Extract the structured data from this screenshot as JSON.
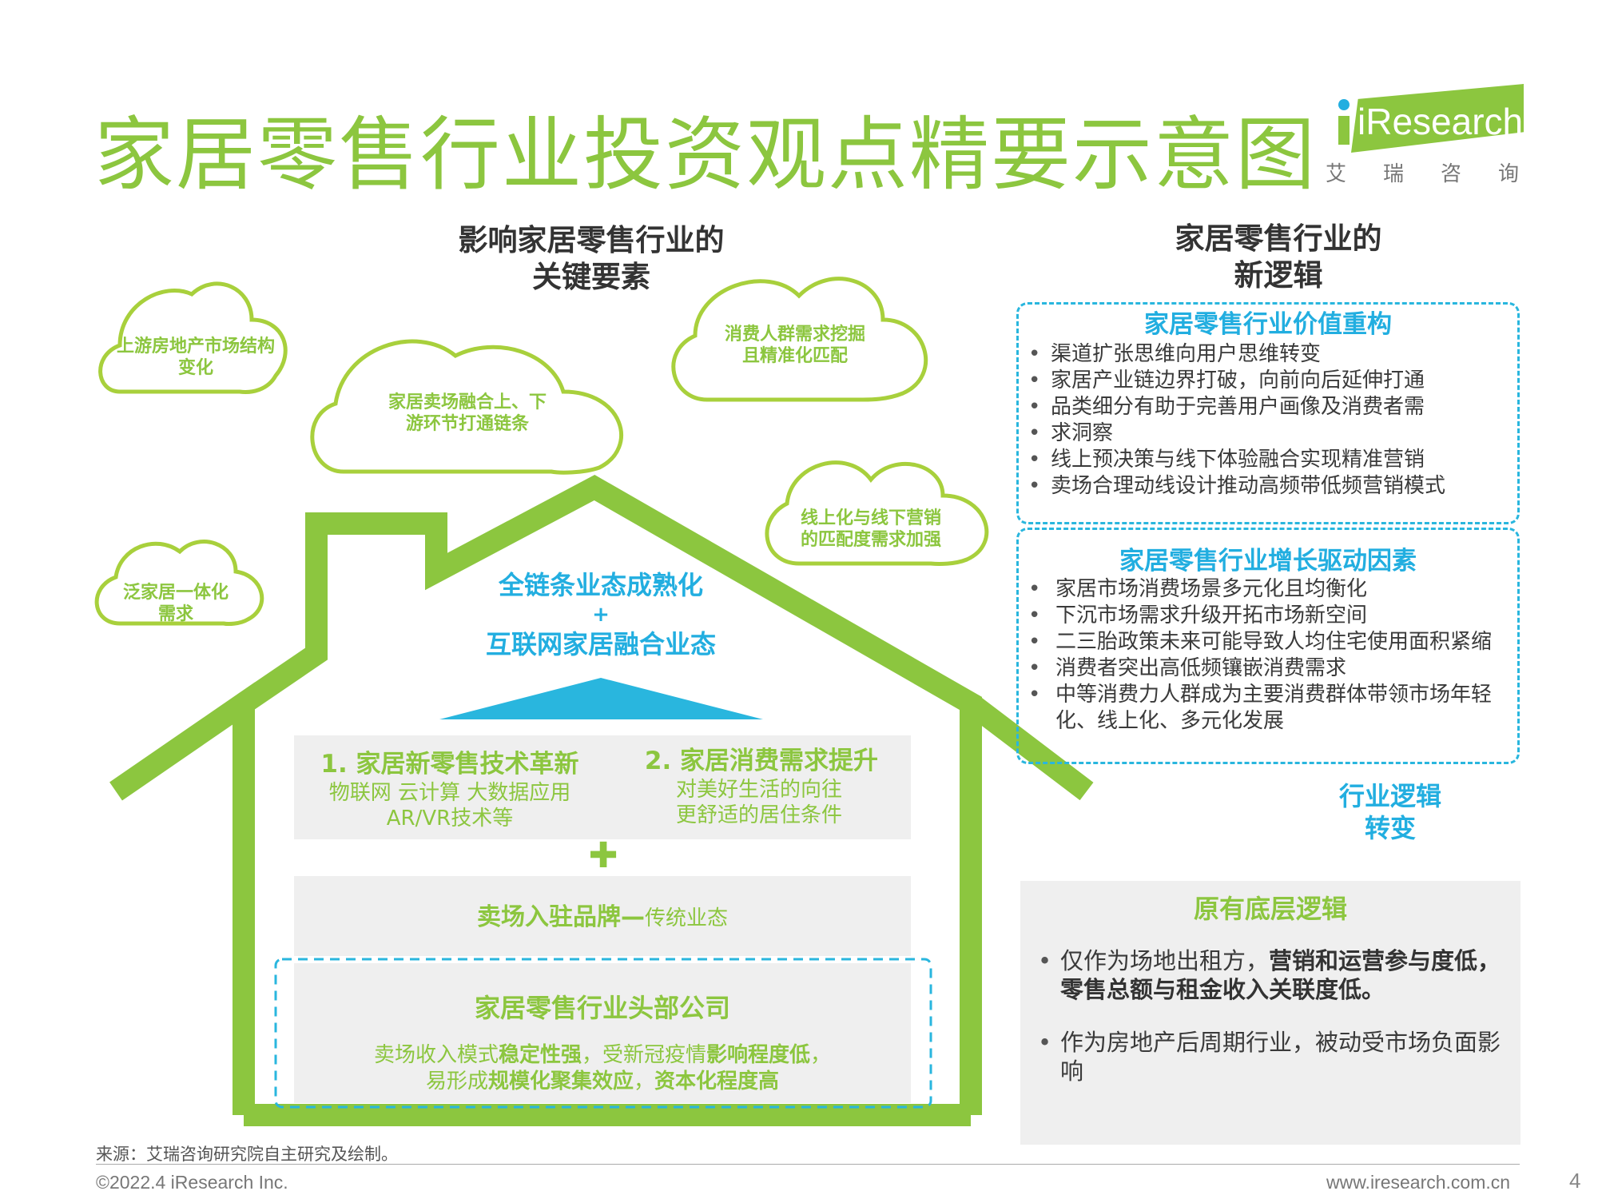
{
  "title": "家居零售行业投资观点精要示意图",
  "logo": {
    "text": "iResearch",
    "subtitle": "艾瑞咨询"
  },
  "key_factors": {
    "heading_line1": "影响家居零售行业的",
    "heading_line2": "关键要素",
    "clouds": [
      {
        "line1": "上游房地产市场结构",
        "line2": "变化"
      },
      {
        "line1": "家居卖场融合上、下",
        "line2": "游环节打通链条"
      },
      {
        "line1": "消费人群需求挖掘",
        "line2": "且精准化匹配"
      },
      {
        "line1": "线上化与线下营销",
        "line2": "的匹配度需求加强"
      },
      {
        "line1": "泛家居一体化",
        "line2": "需求"
      }
    ]
  },
  "house": {
    "roof_line1": "全链条业态成熟化",
    "roof_plus": "+",
    "roof_line2": "互联网家居融合业态",
    "driver1": {
      "title": "1. 家居新零售技术革新",
      "line1": "物联网 云计算 大数据应用",
      "line2": "AR/VR技术等"
    },
    "driver2": {
      "title": "2. 家居消费需求提升",
      "line1": "对美好生活的向往",
      "line2": "更舒适的居住条件"
    },
    "plus_symbol": "✚",
    "traditional_bold": "卖场入驻品牌—",
    "traditional_normal": "传统业态",
    "leader": {
      "title": "家居零售行业头部公司",
      "l1_a": "卖场收入模式",
      "l1_b": "稳定性强",
      "l1_c": "，受新冠疫情",
      "l1_d": "影响程度低",
      "l1_e": "，",
      "l2_a": "易形成",
      "l2_b": "规模化聚集效应",
      "l2_c": "，",
      "l2_d": "资本化程度高"
    }
  },
  "new_logic": {
    "heading_line1": "家居零售行业的",
    "heading_line2": "新逻辑",
    "value_box": {
      "title": "家居零售行业价值重构",
      "items": [
        "渠道扩张思维向用户思维转变",
        "家居产业链边界打破，向前向后延伸打通",
        "品类细分有助于完善用户画像及消费者需",
        "求洞察",
        "线上预决策与线下体验融合实现精准营销",
        "卖场合理动线设计推动高频带低频营销模式"
      ]
    },
    "growth_box": {
      "title": "家居零售行业增长驱动因素",
      "items": [
        "家居市场消费场景多元化且均衡化",
        "下沉市场需求升级开拓市场新空间",
        "二三胎政策未来可能导致人均住宅使用面积紧缩",
        "消费者突出高低频镶嵌消费需求",
        "中等消费力人群成为主要消费群体带领市场年轻化、线上化、多元化发展"
      ]
    },
    "shift_line1": "行业逻辑",
    "shift_line2": "转变",
    "base": {
      "title": "原有底层逻辑",
      "item1_a": "仅作为场地出租方，",
      "item1_b": "营销和运营参与度低，零售总额与租金收入关联度低。",
      "item2": "作为房地产后周期行业，被动受市场负面影响"
    }
  },
  "footer": {
    "source": "来源：艾瑞咨询研究院自主研究及绘制。",
    "copyright": "©2022.4 iResearch Inc.",
    "url": "www.iresearch.com.cn",
    "page": "4"
  },
  "colors": {
    "green": "#8cc63f",
    "blue": "#29b6de",
    "panel": "#efefef"
  }
}
